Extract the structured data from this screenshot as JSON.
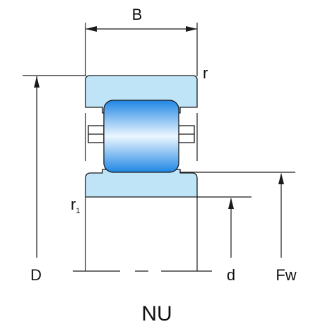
{
  "labels": {
    "B": "B",
    "r": "r",
    "r1_main": "r",
    "r1_sub": "1",
    "D": "D",
    "d": "d",
    "Fw": "Fw",
    "title": "NU"
  },
  "colors": {
    "ring_fill": "#bfe4f7",
    "roller_light": "#e9f6ff",
    "roller_dark": "#1f86e4",
    "line": "#1a1a1a"
  }
}
